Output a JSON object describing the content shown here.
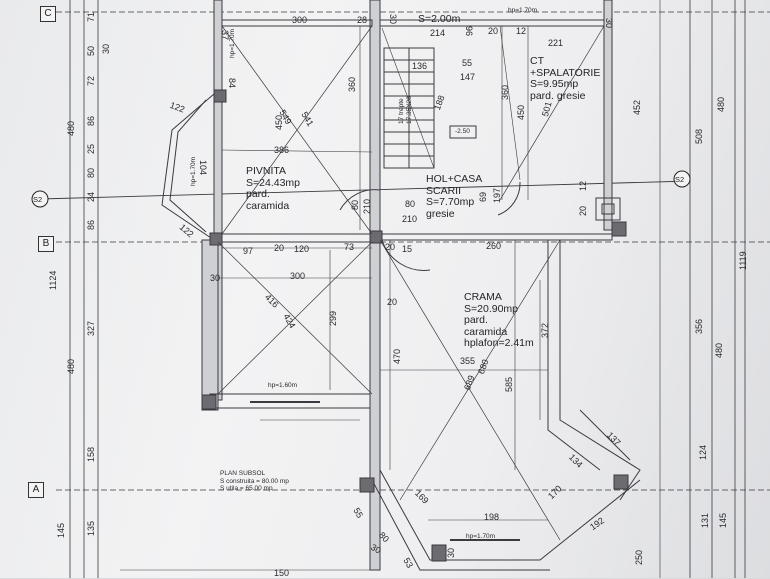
{
  "axes": {
    "c": "C",
    "b": "B",
    "a": "A"
  },
  "sections": {
    "left": "S2",
    "right": "S2"
  },
  "rooms": {
    "pivnita": {
      "name": "PIVNITA",
      "area": "S=24.43mp",
      "finish1": "pard.",
      "finish2": "caramida"
    },
    "hol": {
      "name": "HOL+CASA",
      "name2": "SCARII",
      "area": "S=7.70mp",
      "finish": "gresie"
    },
    "ct": {
      "name": "CT",
      "name2": "+SPALATORIE",
      "area": "S=9.95mp",
      "finish": "pard. gresie"
    },
    "crama": {
      "name": "CRAMA",
      "area": "S=20.90mp",
      "finish1": "pard.",
      "finish2": "caramida",
      "ceiling": "hplafon=2.41m"
    },
    "top_area": "S=2.00m"
  },
  "plan_note": {
    "title": "PLAN SUBSOL",
    "built": "S construita = 80.00 mp",
    "useful": "S utila = 65.00 mp"
  },
  "heights": {
    "window_left": "hp=1.70m",
    "window_left2": "hp=1.70m",
    "window_bottom_left": "hp=1.60m",
    "window_bottom_right": "hp=1.70m",
    "window_top": "hp=1.70m"
  },
  "stairs": {
    "label1": "17 trepte",
    "label2": "17.35X28",
    "level": "-2.50"
  },
  "dims": {
    "d300a": "300",
    "d28": "28",
    "d37": "37",
    "d30a": "30",
    "d84": "84",
    "d214": "214",
    "d20a": "20",
    "d12a": "12",
    "d221": "221",
    "d30b": "30",
    "d55": "55",
    "d136": "136",
    "d147": "147",
    "d96": "96",
    "d360a": "360",
    "d450a": "450",
    "d549": "549",
    "d541": "541",
    "d188": "188",
    "d386": "386",
    "d122a": "122",
    "d104": "104",
    "d360b": "360",
    "d450b": "450",
    "d501": "501",
    "d452": "452",
    "d508": "508",
    "d480r": "480",
    "d1119": "1119",
    "d210a": "210",
    "d80a": "80",
    "d80b": "80",
    "d210b": "210",
    "d69": "69",
    "d197": "197",
    "d12b": "12",
    "d20b": "20",
    "d122b": "122",
    "d97": "97",
    "d20c": "20",
    "d120": "120",
    "d73": "73",
    "d20d": "20",
    "d15": "15",
    "d260": "260",
    "d30c": "30",
    "d300b": "300",
    "d416": "416",
    "d424": "424",
    "d299": "299",
    "d20e": "20",
    "d372": "372",
    "d470": "470",
    "d355": "355",
    "d585": "585",
    "d689": "689",
    "d680": "680",
    "d356": "356",
    "d480m": "480",
    "d137": "137",
    "d134": "134",
    "d170": "170",
    "d124": "124",
    "d169": "169",
    "d55b": "55",
    "d80c": "80",
    "d30d": "30",
    "d198": "198",
    "d192": "192",
    "d131": "131",
    "d145r": "145",
    "d250": "250",
    "d150": "150",
    "d30e": "30",
    "d53": "53",
    "l71": "71",
    "l30": "30",
    "l50": "50",
    "l72": "72",
    "l480": "480",
    "l86a": "86",
    "l25": "25",
    "l80": "80",
    "l24": "24",
    "l86b": "86",
    "l1124": "1124",
    "l327": "327",
    "l480b": "480",
    "l158": "158",
    "l145": "145",
    "l135": "135"
  }
}
